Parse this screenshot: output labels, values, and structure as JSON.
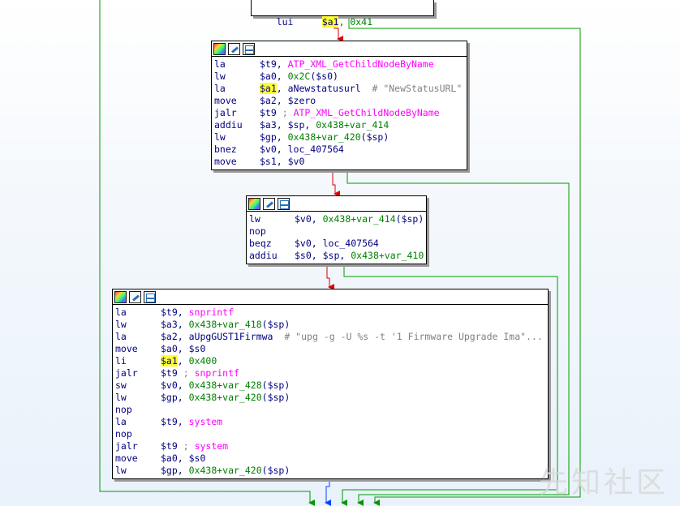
{
  "colors": {
    "edge_false": "#dd0000",
    "edge_true": "#009900",
    "edge_uncond": "#0044ff",
    "mnemonic": "#000080",
    "operand_num": "#008000",
    "func_name": "#ff00ff",
    "comment": "#808080",
    "highlight": "#ffff33"
  },
  "icons": [
    "color-palette-icon",
    "rename-icon",
    "graph-view-icon"
  ],
  "top_block": {
    "mnem": "lui",
    "reg": "$a1",
    "rest": ", 0x41"
  },
  "block1": [
    {
      "mnem": "la",
      "ops": [
        {
          "t": "$t9, "
        },
        {
          "t": "ATP_XML_GetChildNodeByName",
          "c": "m"
        }
      ]
    },
    {
      "mnem": "lw",
      "ops": [
        {
          "t": "$a0, "
        },
        {
          "t": "0x2C",
          "c": "g"
        },
        {
          "t": "($s0)"
        }
      ]
    },
    {
      "mnem": "la",
      "ops": [
        {
          "t": "$a1",
          "c": "hl"
        },
        {
          "t": ", aNewstatusurl  "
        },
        {
          "t": "# \"NewStatusURL\"",
          "c": "gr"
        }
      ]
    },
    {
      "mnem": "move",
      "ops": [
        {
          "t": "$a2, $zero"
        }
      ]
    },
    {
      "mnem": "jalr",
      "ops": [
        {
          "t": "$t9 "
        },
        {
          "t": "; ",
          "c": "gr"
        },
        {
          "t": "ATP_XML_GetChildNodeByName",
          "c": "m"
        }
      ]
    },
    {
      "mnem": "addiu",
      "ops": [
        {
          "t": "$a3, $sp, "
        },
        {
          "t": "0x438+var_414",
          "c": "g"
        }
      ]
    },
    {
      "mnem": "lw",
      "ops": [
        {
          "t": "$gp, "
        },
        {
          "t": "0x438+var_420",
          "c": "g"
        },
        {
          "t": "($sp)"
        }
      ]
    },
    {
      "mnem": "bnez",
      "ops": [
        {
          "t": "$v0, loc_407564"
        }
      ]
    },
    {
      "mnem": "move",
      "ops": [
        {
          "t": "$s1, $v0"
        }
      ]
    }
  ],
  "block2": [
    {
      "mnem": "lw",
      "ops": [
        {
          "t": "$v0, "
        },
        {
          "t": "0x438+var_414",
          "c": "g"
        },
        {
          "t": "($sp)"
        }
      ]
    },
    {
      "mnem": "nop",
      "ops": []
    },
    {
      "mnem": "beqz",
      "ops": [
        {
          "t": "$v0, loc_407564"
        }
      ]
    },
    {
      "mnem": "addiu",
      "ops": [
        {
          "t": "$s0, $sp, "
        },
        {
          "t": "0x438+var_410",
          "c": "g"
        }
      ]
    }
  ],
  "block3": [
    {
      "mnem": "la",
      "ops": [
        {
          "t": "$t9, "
        },
        {
          "t": "snprintf",
          "c": "m"
        }
      ]
    },
    {
      "mnem": "lw",
      "ops": [
        {
          "t": "$a3, "
        },
        {
          "t": "0x438+var_418",
          "c": "g"
        },
        {
          "t": "($sp)"
        }
      ]
    },
    {
      "mnem": "la",
      "ops": [
        {
          "t": "$a2, aUpgGUST1Firmwa  "
        },
        {
          "t": "# \"upg -g -U %s -t '1 Firmware Upgrade Ima\"...",
          "c": "gr"
        }
      ]
    },
    {
      "mnem": "move",
      "ops": [
        {
          "t": "$a0, $s0"
        }
      ]
    },
    {
      "mnem": "li",
      "ops": [
        {
          "t": "$a1",
          "c": "hl"
        },
        {
          "t": ", "
        },
        {
          "t": "0x400",
          "c": "g"
        }
      ]
    },
    {
      "mnem": "jalr",
      "ops": [
        {
          "t": "$t9 "
        },
        {
          "t": "; ",
          "c": "gr"
        },
        {
          "t": "snprintf",
          "c": "m"
        }
      ]
    },
    {
      "mnem": "sw",
      "ops": [
        {
          "t": "$v0, "
        },
        {
          "t": "0x438+var_428",
          "c": "g"
        },
        {
          "t": "($sp)"
        }
      ]
    },
    {
      "mnem": "lw",
      "ops": [
        {
          "t": "$gp, "
        },
        {
          "t": "0x438+var_420",
          "c": "g"
        },
        {
          "t": "($sp)"
        }
      ]
    },
    {
      "mnem": "nop",
      "ops": []
    },
    {
      "mnem": "la",
      "ops": [
        {
          "t": "$t9, "
        },
        {
          "t": "system",
          "c": "m"
        }
      ]
    },
    {
      "mnem": "nop",
      "ops": []
    },
    {
      "mnem": "jalr",
      "ops": [
        {
          "t": "$t9 "
        },
        {
          "t": "; ",
          "c": "gr"
        },
        {
          "t": "system",
          "c": "m"
        }
      ]
    },
    {
      "mnem": "move",
      "ops": [
        {
          "t": "$a0, $s0"
        }
      ]
    },
    {
      "mnem": "lw",
      "ops": [
        {
          "t": "$gp, "
        },
        {
          "t": "0x438+var_420",
          "c": "g"
        },
        {
          "t": "($sp)"
        }
      ]
    }
  ],
  "watermark": "先知社区"
}
